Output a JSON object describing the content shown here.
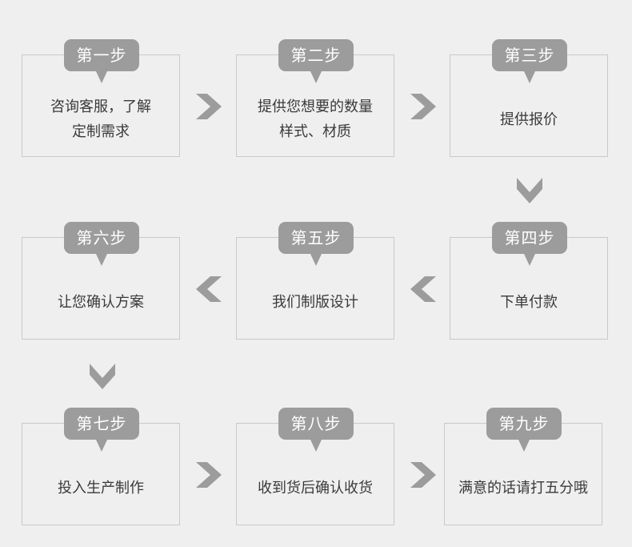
{
  "colors": {
    "background": "#efefef",
    "box_border": "#c9c9c9",
    "badge": "#9c9c9c",
    "arrow": "#9c9c9c",
    "text": "#3a3a3a"
  },
  "steps": [
    {
      "label": "第一步",
      "text": "咨询客服，了解\n定制需求"
    },
    {
      "label": "第二步",
      "text": "提供您想要的数量\n样式、材质"
    },
    {
      "label": "第三步",
      "text": "提供报价"
    },
    {
      "label": "第四步",
      "text": "下单付款"
    },
    {
      "label": "第五步",
      "text": "我们制版设计"
    },
    {
      "label": "第六步",
      "text": "让您确认方案"
    },
    {
      "label": "第七步",
      "text": "投入生产制作"
    },
    {
      "label": "第八步",
      "text": "收到货后确认收货"
    },
    {
      "label": "第九步",
      "text": "满意的话请打五分哦"
    }
  ],
  "arrows": [
    {
      "from": 1,
      "to": 2,
      "direction": "right-arrow-icon"
    },
    {
      "from": 2,
      "to": 3,
      "direction": "right-arrow-icon"
    },
    {
      "from": 3,
      "to": 4,
      "direction": "down-arrow-icon"
    },
    {
      "from": 4,
      "to": 5,
      "direction": "left-arrow-icon"
    },
    {
      "from": 5,
      "to": 6,
      "direction": "left-arrow-icon"
    },
    {
      "from": 6,
      "to": 7,
      "direction": "down-arrow-icon"
    },
    {
      "from": 7,
      "to": 8,
      "direction": "right-arrow-icon"
    },
    {
      "from": 8,
      "to": 9,
      "direction": "right-arrow-icon"
    }
  ]
}
